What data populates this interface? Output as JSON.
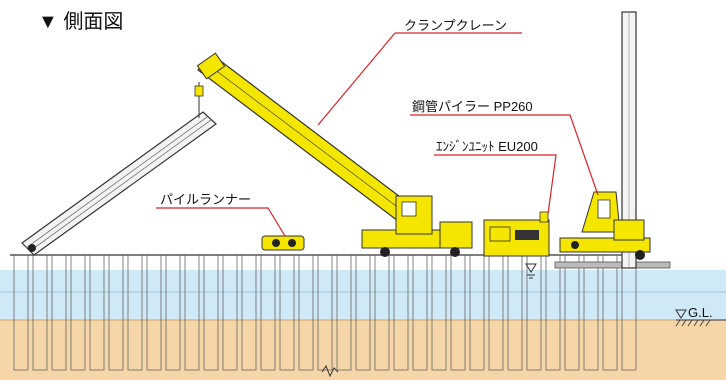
{
  "title": "▼ 側面図",
  "labels": {
    "crane": "クランプクレーン",
    "piler": "鋼管パイラー PP260",
    "engine": "ｴﾝｼﾞﾝﾕﾆｯﾄ EU200",
    "runner": "パイルランナー",
    "gl": "G.L."
  },
  "colors": {
    "machine_yellow": "#f5e600",
    "water": "#cfe9f6",
    "soil": "#f6d6a8",
    "label_line": "#d8232a"
  }
}
